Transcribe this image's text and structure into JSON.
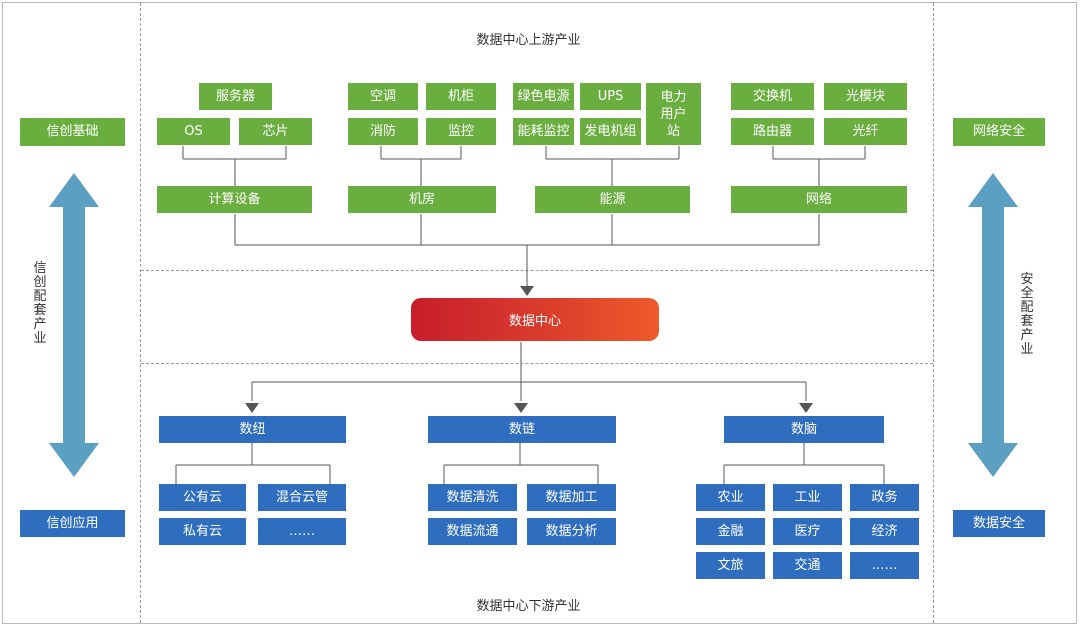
{
  "upstream_title": "数据中心上游产业",
  "downstream_title": "数据中心下游产业",
  "center": "数据中心",
  "left": {
    "top": "信创基础",
    "bottom": "信创应用",
    "vertical": "信创配套产业"
  },
  "right": {
    "top": "网络安全",
    "bottom": "数据安全",
    "vertical": "安全配套产业"
  },
  "upstream": {
    "compute": {
      "name": "计算设备",
      "items": [
        "服务器",
        "OS",
        "芯片"
      ]
    },
    "room": {
      "name": "机房",
      "items": [
        "空调",
        "机柜",
        "消防",
        "监控"
      ]
    },
    "energy": {
      "name": "能源",
      "items": [
        "绿色电源",
        "UPS",
        "能耗监控",
        "发电机组",
        "电力用户站"
      ]
    },
    "network": {
      "name": "网络",
      "items": [
        "交换机",
        "光模块",
        "路由器",
        "光纤"
      ]
    }
  },
  "downstream": {
    "hub": {
      "name": "数纽",
      "items": [
        "公有云",
        "混合云管",
        "私有云",
        "……"
      ]
    },
    "chain": {
      "name": "数链",
      "items": [
        "数据清洗",
        "数据加工",
        "数据流通",
        "数据分析"
      ]
    },
    "brain": {
      "name": "数脑",
      "items": [
        "农业",
        "工业",
        "政务",
        "金融",
        "医疗",
        "经济",
        "文旅",
        "交通",
        "……"
      ]
    }
  },
  "colors": {
    "green": "#6aae3f",
    "blue": "#2f6ebf",
    "arrow": "#5b9fc3",
    "center_start": "#c81d2b",
    "center_end": "#ee5a2a"
  }
}
